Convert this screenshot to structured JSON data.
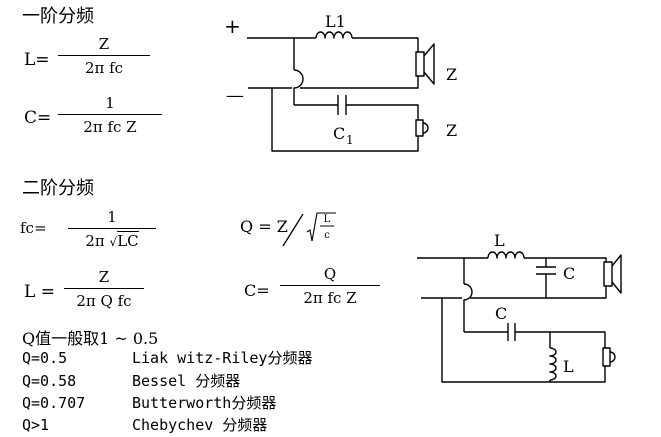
{
  "first_order": {
    "heading": "一阶分频",
    "L": {
      "label": "L=",
      "num": "Z",
      "den": "2π fc"
    },
    "C": {
      "label": "C=",
      "num": "1",
      "den": "2π fc Z"
    }
  },
  "circuit1": {
    "plus": "+",
    "minus": "—",
    "inductor": "L1",
    "cap": "C",
    "cap_sub": "1",
    "z_top": "Z",
    "z_bottom": "Z"
  },
  "second_order": {
    "heading": "二阶分频",
    "fc": {
      "label": "fc=",
      "num": "1",
      "den": "2π",
      "den_root": "LC"
    },
    "Q": {
      "label": "Q = Z",
      "root_num": "L",
      "root_den": "c"
    },
    "L": {
      "label": "L =",
      "num": "Z",
      "den": "2π Q fc"
    },
    "C": {
      "label": "C=",
      "num": "Q",
      "den": "2π fc Z"
    }
  },
  "circuit2": {
    "L_top": "L",
    "C_top": "C",
    "C_bottom": "C",
    "L_bottom": "L"
  },
  "q_table": {
    "intro": "Q值一般取1 ~ 0.5",
    "rows": [
      {
        "q": "Q=0.5",
        "name": "Liak witz-Riley分频器"
      },
      {
        "q": "Q=0.58",
        "name": "Bessel 分频器"
      },
      {
        "q": "Q=0.707",
        "name": "Butterworth分频器"
      },
      {
        "q": "Q>1",
        "name": "Chebychev 分频器"
      }
    ]
  }
}
